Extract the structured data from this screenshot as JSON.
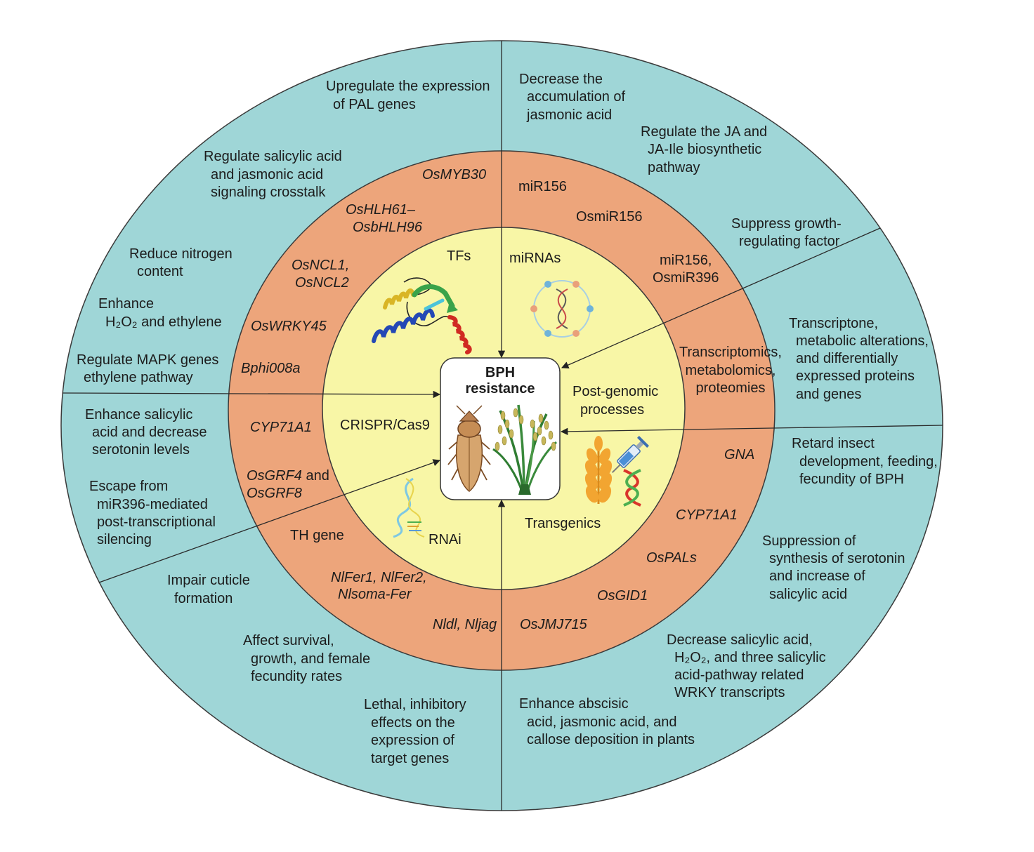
{
  "center": {
    "title": [
      "BPH",
      "resistance"
    ]
  },
  "inner": {
    "tfs": "TFs",
    "mirnas": "miRNAs",
    "post_genomic": [
      "Post-genomic",
      "processes"
    ],
    "crispr": "CRISPR/Cas9",
    "rnai": "RNAi",
    "transgenics": "Transgenics"
  },
  "middle": {
    "osmyb30": "OsMYB30",
    "mir156_top": "miR156",
    "osmir156": "OsmiR156",
    "oshlh": [
      "OsHLH61–",
      "OsbHLH96"
    ],
    "mir156_osmir396": [
      "miR156,",
      "OsmiR396"
    ],
    "osncl": [
      "OsNCL1,",
      "OsNCL2"
    ],
    "oswrky45": "OsWRKY45",
    "bphi008a": "Bphi008a",
    "omics": [
      "Transcriptomics,",
      "metabolomics,",
      "proteomies"
    ],
    "cyp71a1_left": "CYP71A1",
    "osgrf": {
      "gene1": "OsGRF4",
      "conj": " and",
      "gene2": "OsGRF8"
    },
    "gna": "GNA",
    "th_gene": "TH gene",
    "cyp71a1_right": "CYP71A1",
    "ospals": "OsPALs",
    "nlfer": [
      "NlFer1, NlFer2,",
      "Nlsoma-Fer"
    ],
    "osgid1": "OsGID1",
    "nldl_nljag": "Nldl, Nljag",
    "osjmj715": "OsJMJ715"
  },
  "outer": {
    "pal_genes": [
      "Upregulate the expression",
      "of PAL genes"
    ],
    "jasmonic_accumulation": [
      "Decrease the",
      "accumulation of",
      "jasmonic acid"
    ],
    "ja_biosynthetic": [
      "Regulate the JA and",
      "JA-Ile biosynthetic",
      "pathway"
    ],
    "growth_factor": [
      "Suppress growth-",
      "regulating factor"
    ],
    "sa_ja_crosstalk": [
      "Regulate salicylic acid",
      "and jasmonic acid",
      "signaling crosstalk"
    ],
    "nitrogen": [
      "Reduce nitrogen",
      "content"
    ],
    "h2o2_ethylene": [
      "Enhance",
      "H₂O₂ and ethylene"
    ],
    "mapk": [
      "Regulate MAPK genes",
      "ethylene pathway"
    ],
    "transcriptone": [
      "Transcriptone,",
      "metabolic alterations,",
      "and differentially",
      "expressed proteins",
      "and genes"
    ],
    "salicylic_serotonin": [
      "Enhance salicylic",
      "acid and decrease",
      "serotonin levels"
    ],
    "mir396_escape": [
      "Escape from",
      "miR396-mediated",
      "post-transcriptional",
      "silencing"
    ],
    "retard_insect": [
      "Retard insect",
      "development, feeding,",
      "fecundity of BPH"
    ],
    "serotonin_suppression": [
      "Suppression of",
      "synthesis of serotonin",
      "and increase of",
      "salicylic acid"
    ],
    "cuticle": [
      "Impair cuticle",
      "formation"
    ],
    "survival": [
      "Affect survival,",
      "growth, and female",
      "fecundity rates"
    ],
    "lethal": [
      "Lethal, inhibitory",
      "effects on the",
      "expression of",
      "target genes"
    ],
    "decrease_sa": [
      "Decrease salicylic acid,",
      "H₂O₂, and three salicylic",
      "acid-pathway related",
      "WRKY transcripts"
    ],
    "abscisic": [
      "Enhance abscisic",
      "acid, jasmonic acid, and",
      "callose deposition in plants"
    ]
  },
  "colors": {
    "outer_ring": "#9fd6d7",
    "middle_ring": "#eda57b",
    "inner_circle": "#f8f6a6",
    "center_box": "#ffffff"
  },
  "illustrations": {
    "tfs": "protein-structure",
    "mirnas": "mirna-pathway-diagram",
    "transgenics": "wheat-syringe-dna",
    "rnai": "rna-strand",
    "center": [
      "brown-planthopper",
      "rice-plant"
    ]
  }
}
